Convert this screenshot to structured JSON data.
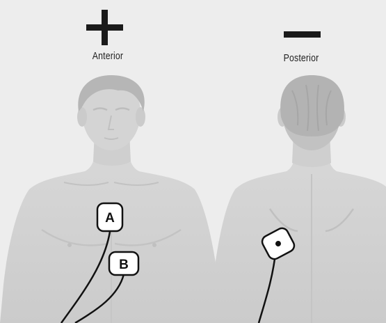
{
  "anterior": {
    "label": "Anterior",
    "symbol": "plus-sign"
  },
  "posterior": {
    "label": "Posterior",
    "symbol": "minus-sign"
  },
  "pads": [
    {
      "id": "pad-a",
      "letter": "A"
    },
    {
      "id": "pad-b",
      "letter": "B"
    },
    {
      "id": "pad-posterior",
      "letter": ""
    }
  ],
  "colors": {
    "background": "#ededed",
    "body": "#d3d3d3",
    "body_shadow": "#bdbdbd",
    "hair": "#b3b3b3",
    "ink": "#111111",
    "pad_fill": "#ffffff"
  }
}
